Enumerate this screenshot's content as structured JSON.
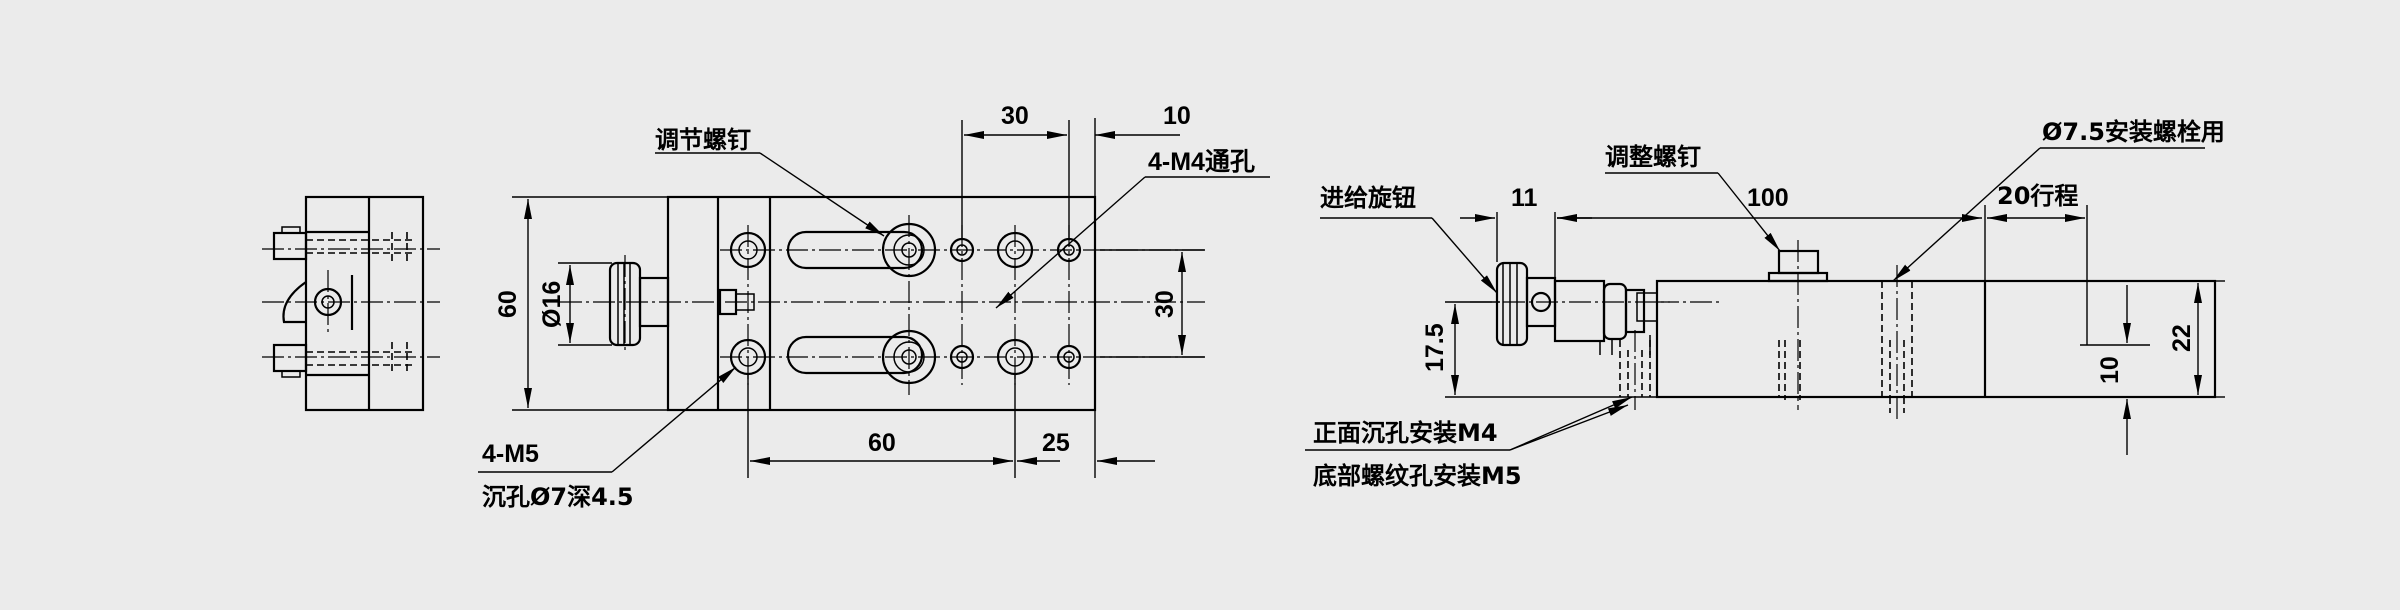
{
  "labels": {
    "adjust_screw_top": "调节螺钉",
    "through_holes": "4-M4通孔",
    "dim_30_top": "30",
    "dim_10_top": "10",
    "dim_60_vertical": "60",
    "dim_16_dia": "Ø16",
    "dim_30_vertical": "30",
    "dim_60_bottom": "60",
    "dim_25_bottom": "25",
    "counterbore_line1": "4-M5",
    "counterbore_line2": "沉孔Ø7深4.5",
    "feed_knob": "进给旋钮",
    "dim_11": "11",
    "adjust_screw_side": "调整螺钉",
    "dim_100": "100",
    "bolt_hole": "Ø7.5安装螺栓用",
    "travel": "20行程",
    "dim_17_5": "17.5",
    "dim_22": "22",
    "dim_10_right": "10",
    "front_mount": "正面沉孔安装M4",
    "bottom_mount": "底部螺纹孔安装M5"
  }
}
